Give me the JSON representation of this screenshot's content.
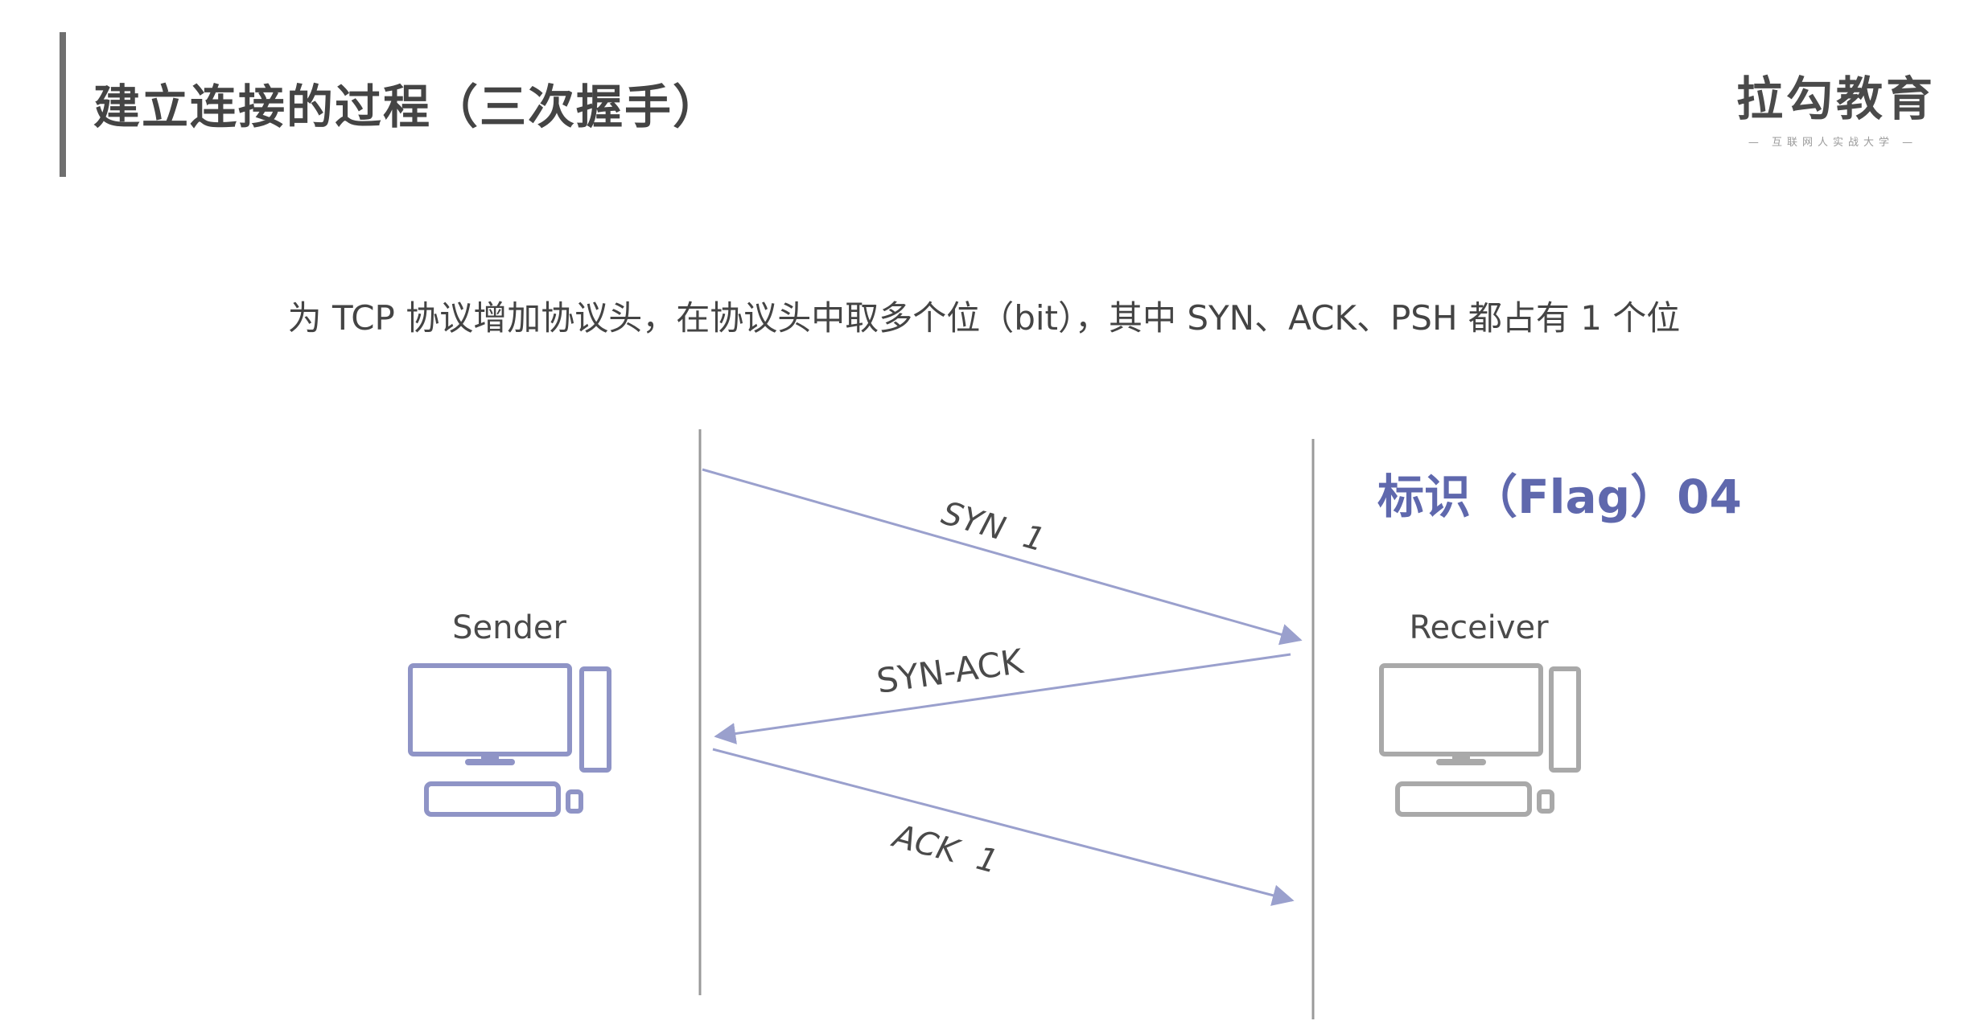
{
  "header": {
    "title": "建立连接的过程（三次握手）"
  },
  "logo": {
    "main": "拉勾教育",
    "tagline": "— 互联网人实战大学 —"
  },
  "subtitle": "为 TCP 协议增加协议头，在协议头中取多个位（bit），其中 SYN、ACK、PSH 都占有 1 个位",
  "diagram": {
    "sender_label": "Sender",
    "receiver_label": "Receiver",
    "flag_label": "标识（Flag）04",
    "messages": [
      {
        "label": "SYN  1",
        "direction": "sender-to-receiver"
      },
      {
        "label": "SYN-ACK",
        "direction": "receiver-to-sender"
      },
      {
        "label": "ACK  1",
        "direction": "sender-to-receiver"
      }
    ],
    "colors": {
      "sender": "#8f94c6",
      "receiver": "#a9a9a9",
      "arrow": "#9aa0cd",
      "flag": "#5f68ad",
      "lifeline": "#9a9a9a"
    }
  }
}
